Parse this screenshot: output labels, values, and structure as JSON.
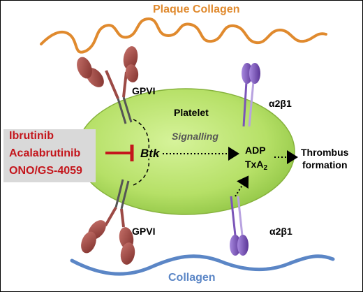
{
  "labels": {
    "plaque_collagen": "Plaque Collagen",
    "collagen": "Collagen",
    "gpvi_top": "GPVI",
    "gpvi_bottom": "GPVI",
    "platelet": "Platelet",
    "signalling": "Signalling",
    "btk": "Btk",
    "integrin_top": "α2β1",
    "integrin_bottom": "α2β1",
    "adp": "ADP",
    "txa": "TxA",
    "txa_sub": "2",
    "thrombus_line1": "Thrombus",
    "thrombus_line2": "formation"
  },
  "inhibitors": [
    "Ibrutinib",
    "Acalabrutinib",
    "ONO/GS-4059"
  ],
  "colors": {
    "plaque_collagen": "#e08a2e",
    "collagen": "#5b86c6",
    "platelet_fill": "#b9e36a",
    "gpvi": "#9c4a45",
    "integrin": "#7b55b8",
    "inhibitor_text": "#c4161c",
    "inhibitor_box": "#d9d9d9"
  }
}
